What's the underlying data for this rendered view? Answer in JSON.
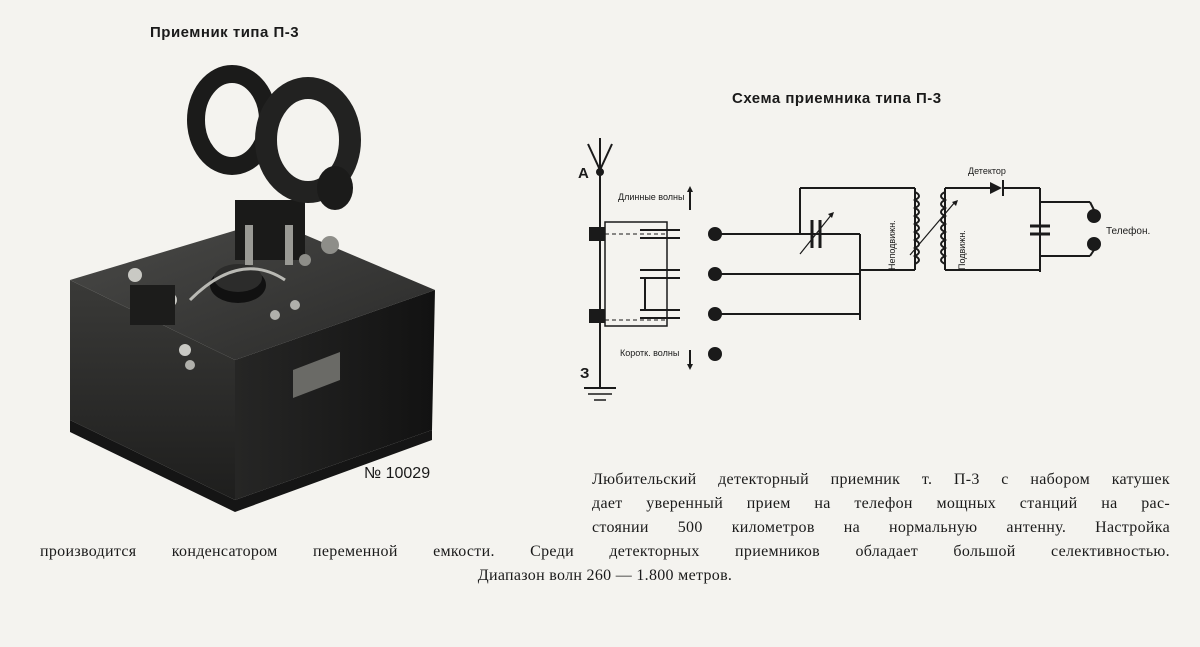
{
  "left_title": "Приемник типа П-3",
  "right_title": "Схема приемника типа П-3",
  "catalog_number": "№ 10029",
  "schematic": {
    "antenna_label": "А",
    "ground_label": "З",
    "long_waves": "Длинные волны",
    "short_waves": "Коротк. волны",
    "fixed_coil": "Неподвижн.",
    "moving_coil": "Подвижн.",
    "detector": "Детектор",
    "phones": "Телефон."
  },
  "description": {
    "line1": "Любительский детекторный приемник т. П-3 с набором катушек",
    "line2": "дает уверенный прием на телефон мощных станций на рас-",
    "line3": "стоянии 500 километров на нормальную антенну. Настройка",
    "line4": "производится конденсатором переменной емкости. Среди детекторных приемников обладает большой селективностью.",
    "line5": "Диапазон волн 260 — 1.800 метров."
  }
}
